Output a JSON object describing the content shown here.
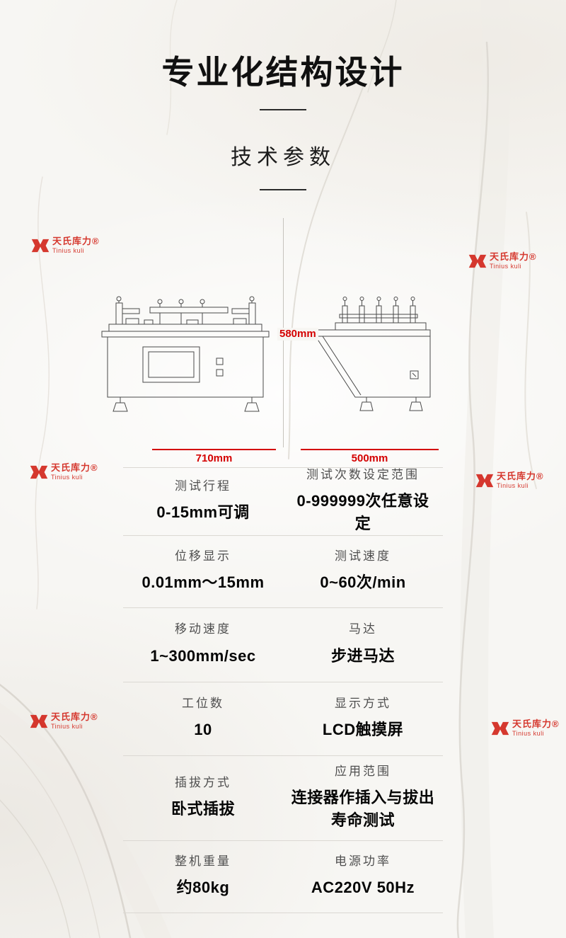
{
  "page": {
    "title": "专业化结构设计",
    "subtitle": "技术参数"
  },
  "brand": {
    "name": "天氏库力®",
    "name_en": "Tinius kuli",
    "color": "#d3281e"
  },
  "diagram": {
    "height_label": "580mm",
    "front_width_label": "710mm",
    "side_width_label": "500mm",
    "dimension_color": "#d40000"
  },
  "specs": {
    "rows": [
      {
        "left": {
          "label": "测试行程",
          "value": "0-15mm可调"
        },
        "right": {
          "label": "测试次数设定范围",
          "value": "0-999999次任意设定"
        }
      },
      {
        "left": {
          "label": "位移显示",
          "value": "0.01mm～15mm"
        },
        "right": {
          "label": "测试速度",
          "value": "0~60次/min"
        }
      },
      {
        "left": {
          "label": "移动速度",
          "value": "1~300mm/sec"
        },
        "right": {
          "label": "马达",
          "value": "步进马达"
        }
      },
      {
        "left": {
          "label": "工位数",
          "value": "10"
        },
        "right": {
          "label": "显示方式",
          "value": "LCD触摸屏"
        }
      },
      {
        "left": {
          "label": "插拔方式",
          "value": "卧式插拔"
        },
        "right": {
          "label": "应用范围",
          "value": "连接器作插入与拔出寿命测试"
        }
      },
      {
        "left": {
          "label": "整机重量",
          "value": "约80kg"
        },
        "right": {
          "label": "电源功率",
          "value": "AC220V 50Hz"
        }
      }
    ]
  }
}
